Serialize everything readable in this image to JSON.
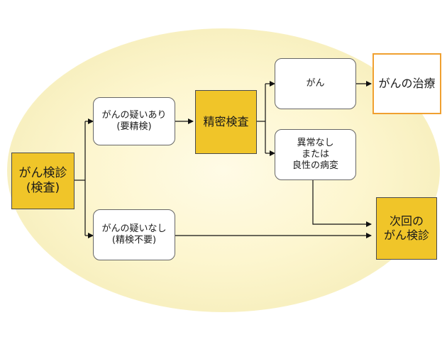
{
  "nodes": {
    "screening": {
      "line1": "がん検診",
      "line2": "(検査)"
    },
    "suspected": {
      "line1": "がんの疑いあり",
      "line2": "(要精検)"
    },
    "not_suspected": {
      "line1": "がんの疑いなし",
      "line2": "(精検不要)"
    },
    "detailed_exam": {
      "line1": "精密検査"
    },
    "cancer": {
      "line1": "がん"
    },
    "benign": {
      "line1": "異常なし",
      "line2": "または",
      "line3": "良性の病変"
    },
    "treatment": {
      "line1": "がんの治療"
    },
    "next_screening": {
      "line1": "次回の",
      "line2": "がん検診"
    }
  },
  "colors": {
    "gold": "#f0c529",
    "orange_outline": "#f0a030",
    "background_glow": "#fdf6cf"
  }
}
